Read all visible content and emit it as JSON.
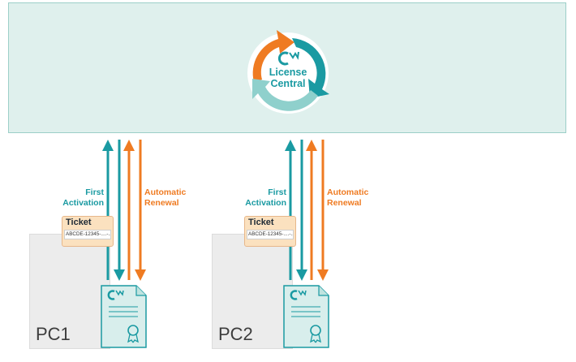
{
  "central": {
    "logo_line1": "License",
    "logo_line2": "Central"
  },
  "labels": {
    "first_activation_line1": "First",
    "first_activation_line2": "Activation",
    "automatic_renewal_line1": "Automatic",
    "automatic_renewal_line2": "Renewal"
  },
  "ticket": {
    "title": "Ticket",
    "code": "ABCDE-12345-....-...."
  },
  "pcs": [
    {
      "name": "PC1"
    },
    {
      "name": "PC2"
    }
  ],
  "colors": {
    "teal": "#1a9aa2",
    "orange": "#ef7b22",
    "light_teal": "#8fd0cc",
    "background_panel": "#dff0ed"
  },
  "icons": [
    "license-central-logo-icon",
    "certificate-icon",
    "arrow-up-icon",
    "arrow-down-icon"
  ]
}
